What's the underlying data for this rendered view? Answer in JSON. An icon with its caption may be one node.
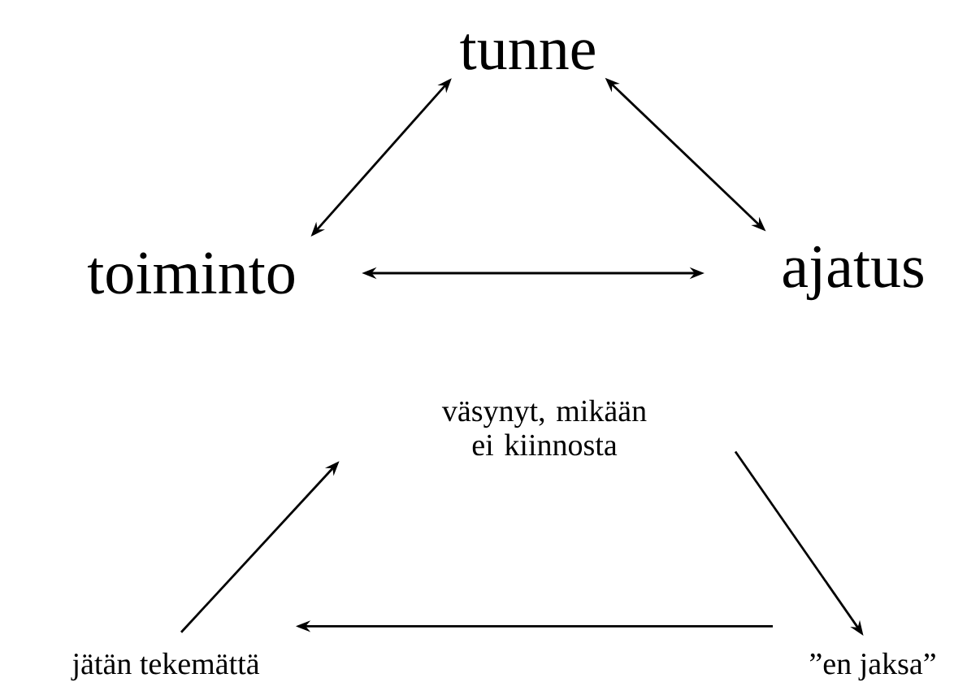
{
  "diagram": {
    "nodes": [
      {
        "text": [
          "tunne"
        ]
      },
      {
        "text": [
          "toiminto"
        ]
      },
      {
        "text": [
          "ajatus"
        ]
      },
      {
        "text": [
          "väsynyt, mikään ei kiinnosta"
        ]
      },
      {
        "text": [
          "”en jaksa”"
        ]
      },
      {
        "text": [
          "jätän tekemättä"
        ]
      }
    ],
    "edges": [
      {
        "from": 0,
        "to": 1,
        "arrow": "both"
      },
      {
        "from": 0,
        "to": 2,
        "arrow": "both"
      },
      {
        "from": 1,
        "to": 2,
        "arrow": "both"
      },
      {
        "from": 3,
        "to": 4,
        "arrow": "to"
      },
      {
        "from": 4,
        "to": 5,
        "arrow": "to"
      },
      {
        "from": 5,
        "to": 3,
        "arrow": "to"
      }
    ]
  }
}
